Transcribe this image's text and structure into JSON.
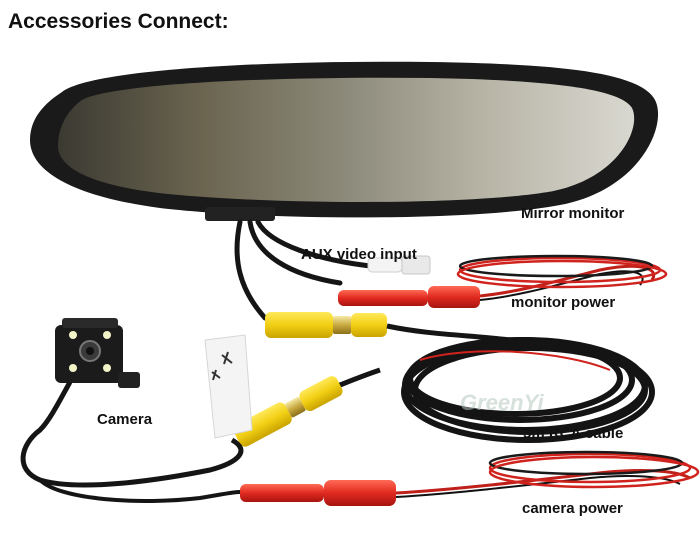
{
  "title": "Accessories Connect:",
  "labels": {
    "mirror_monitor": "Mirror monitor",
    "aux_video_input": "AUX video input",
    "monitor_power": "monitor power",
    "camera": "Camera",
    "rca_cable": "5m RCA cable",
    "camera_power": "camera power"
  },
  "watermark": "GreenYi",
  "colors": {
    "background": "#ffffff",
    "cable_black": "#151515",
    "rca_yellow": "#f2d21a",
    "power_red": "#e12a24",
    "aux_white": "#f4f4f4"
  }
}
